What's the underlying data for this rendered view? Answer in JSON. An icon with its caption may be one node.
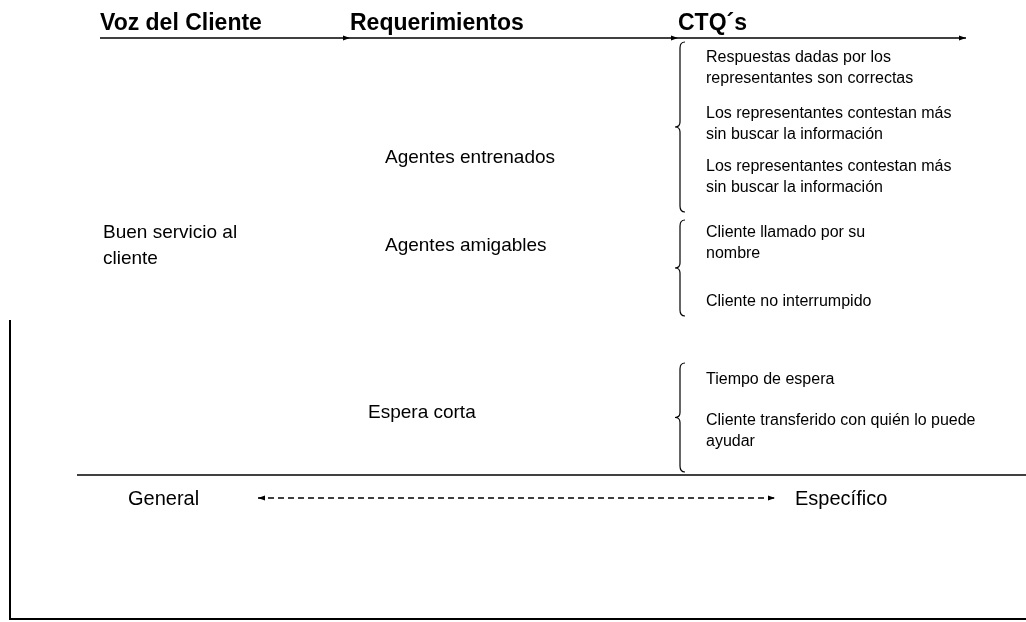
{
  "diagram": {
    "nodes": [
      {
        "text": [
          "Voz del Cliente"
        ]
      },
      {
        "text": [
          "Requerimientos"
        ]
      },
      {
        "text": [
          "CTQ´s"
        ]
      },
      {
        "text": [
          "Buen servicio al cliente"
        ]
      },
      {
        "text": [
          "Agentes entrenados"
        ]
      },
      {
        "text": [
          "Agentes amigables"
        ]
      },
      {
        "text": [
          "Espera corta"
        ]
      },
      {
        "text": [
          "Respuestas dadas por los representantes son correctas"
        ]
      },
      {
        "text": [
          "Los representantes contestan más sin buscar la información"
        ]
      },
      {
        "text": [
          "Los representantes contestan más sin buscar la información"
        ]
      },
      {
        "text": [
          "Cliente llamado por su nombre"
        ]
      },
      {
        "text": [
          "Cliente no interrumpido"
        ]
      },
      {
        "text": [
          "Tiempo de espera"
        ]
      },
      {
        "text": [
          "Cliente transferido con quién lo puede ayudar"
        ]
      },
      {
        "text": [
          "General"
        ]
      },
      {
        "text": [
          "Específico"
        ]
      }
    ],
    "edges": [
      {
        "from": 0,
        "to": 1,
        "arrow": "to"
      },
      {
        "from": 1,
        "to": 2,
        "arrow": "to"
      },
      {
        "from": 2,
        "to": null,
        "arrow": "to"
      },
      {
        "from": 14,
        "to": 15,
        "arrow": "both",
        "style": "dashed"
      }
    ]
  }
}
